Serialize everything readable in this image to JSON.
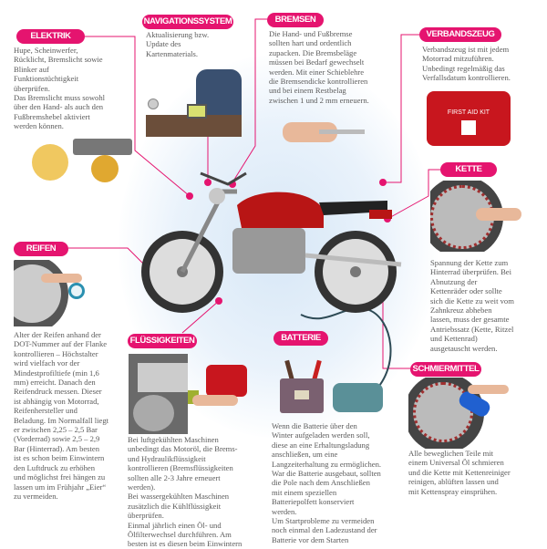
{
  "accent_color": "#e5146f",
  "sections": {
    "elektrik": {
      "title": "ELEKTRIK",
      "text": "Hupe, Scheinwerfer,\nRücklicht, Bremslicht sowie\nBlinker auf\nFunktionstüchtigkeit\nüberprüfen.\nDas Bremslicht muss sowohl\nüber den Hand- als auch den\nFußbremshebel aktiviert\nwerden können."
    },
    "navigation": {
      "title": "NAVIGATIONSSYSTEM",
      "text": "Aktualisierung bzw.\nUpdate des\nKartenmaterials."
    },
    "bremsen": {
      "title": "BREMSEN",
      "text": "Die Hand- und Fußbremse\nsollten hart und ordentlich\nzupacken. Die Bremsbeläge\nmüssen bei Bedarf gewechselt\nwerden. Mit einer Schieblehre\ndie Bremsendicke kontrollieren\nund bei einem Restbelag\nzwischen 1 und 2 mm erneuern."
    },
    "verbandszeug": {
      "title": "VERBANDSZEUG",
      "text": "Verbandszeug ist mit jedem\nMotorrad mitzuführen.\nUnbedingt regelmäßig das\nVerfallsdatum kontrollieren.",
      "kit_label": "FIRST AID KIT"
    },
    "kette": {
      "title": "KETTE",
      "text": "Spannung der Kette zum\nHinterrad überprüfen. Bei\nAbnutzung der\nKettenräder oder sollte\nsich die Kette zu weit vom\nZahnkreuz abheben\nlassen, muss der gesamte\nAntriebssatz (Kette, Ritzel\nund Kettenrad)\nausgetauscht werden."
    },
    "reifen": {
      "title": "REIFEN",
      "text": "Alter der Reifen anhand der\nDOT-Nummer auf der Flanke\nkontrollieren – Höchstalter\nwird vielfach vor der\nMindestprofiltiefe (min 1,6\nmm) erreicht. Danach den\nReifendruck messen. Dieser\nist abhängig von Motorrad,\nReifenhersteller und\nBeladung. Im Normalfall liegt\ner zwischen 2,25 – 2,5 Bar\n(Vorderrad) sowie 2,5 – 2,9\nBar (Hinterrad). Am besten\nist es schon beim Einwintern\nden Luftdruck zu erhöhen\nund möglichst frei hängen zu\nlassen um im Frühjahr „Eier“\nzu vermeiden."
    },
    "fluessigkeiten": {
      "title": "FLÜSSIGKEITEN",
      "text": "Bei luftgekühlten Maschinen\nunbedingt das Motoröl, die Brems-\nund Hydraulikflüssigkeit\nkontrollieren (Bremsflüssigkeiten\nsollten alle 2-3 Jahre erneuert\nwerden).\nBei wassergekühlten Maschinen\nzusätzlich die Kühlflüssigkeit\nüberprüfen.\nEinmal jährlich einen Öl- und\nÖlfilterwechsel durchführen. Am\nbesten ist es diesen beim Einwintern"
    },
    "batterie": {
      "title": "BATTERIE",
      "text": "Wenn die Batterie über den\nWinter aufgeladen werden soll,\ndiese an eine Erhaltungsladung\nanschließen, um eine\nLangzeiterhaltung zu ermöglichen.\nWar die Batterie ausgebaut, sollten\ndie Pole nach dem Anschließen\nmit einem speziellen\nBatteriepolfett konserviert\nwerden.\nUm Startprobleme zu vermeiden\nnoch einmal den Ladezustand der\nBatterie vor dem Starten"
    },
    "schmiermittel": {
      "title": "SCHMIERMITTEL",
      "text": "Alle beweglichen Teile mit\neinem Universal Öl schmieren\nund die Kette mit Kettenreiniger\nreinigen, ablüften lassen und\nmit Kettenspray einsprühen."
    }
  }
}
